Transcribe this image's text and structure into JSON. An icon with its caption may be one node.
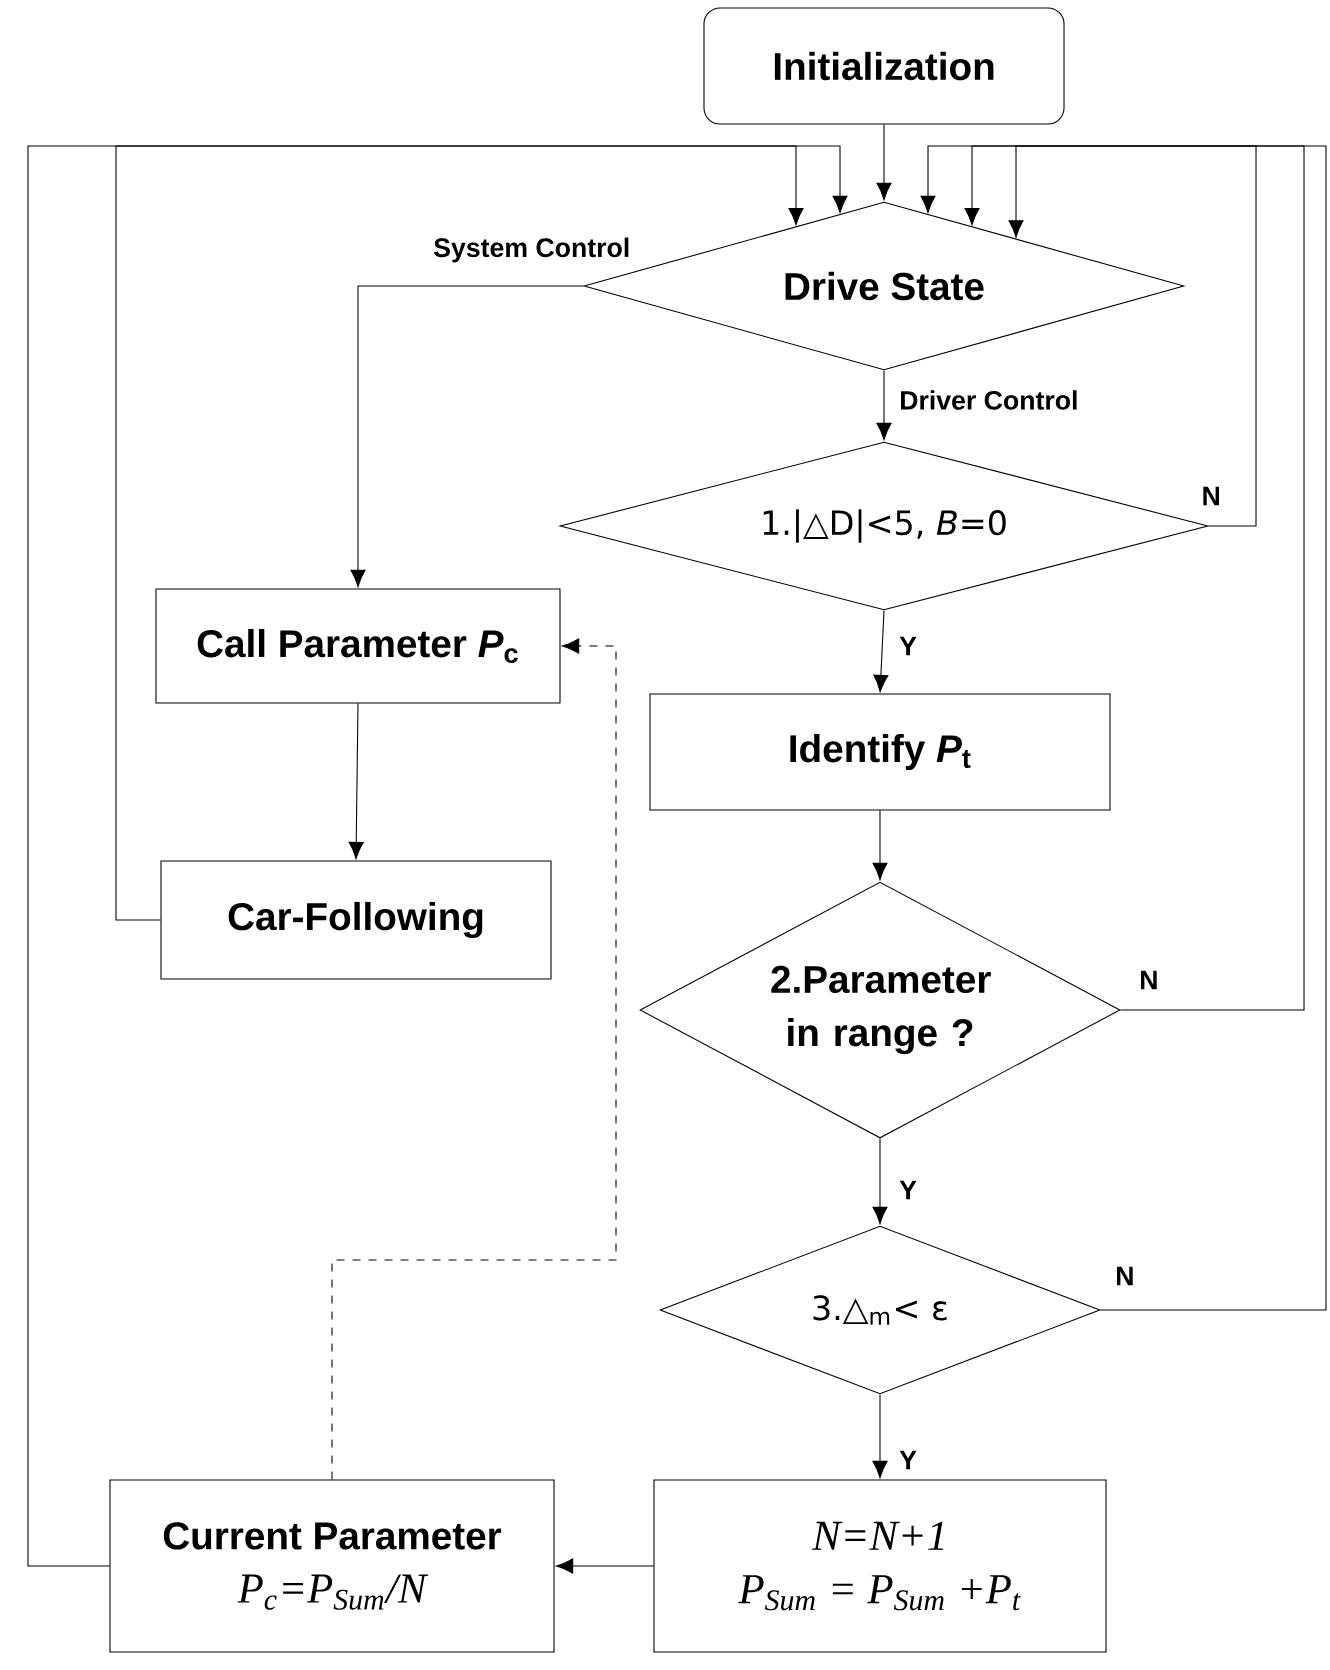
{
  "diagram": {
    "nodes": [
      {
        "text": [
          "Initialization"
        ]
      },
      {
        "text": [
          "Drive State"
        ]
      },
      {
        "text": [
          "1.|△D|<5, *B*=0"
        ]
      },
      {
        "text": [
          "Call Parameter *P*$_{c}$"
        ]
      },
      {
        "text": [
          "Identify *P*$_{t}$"
        ]
      },
      {
        "text": [
          "Car-Following"
        ]
      },
      {
        "text": [
          "2.Parameter in range ?"
        ]
      },
      {
        "text": [
          "3.△$_{m}$< ε"
        ]
      },
      {
        "text": [
          "N=N+1",
          "P$_{Sum}$ = P$_{Sum}$ +P$_{t}$"
        ]
      },
      {
        "text": [
          "Current Parameter",
          "P$_{c}$=P$_{Sum}$/N"
        ]
      }
    ],
    "edges": [
      {
        "from": 0,
        "to": 1,
        "arrow": "to"
      },
      {
        "from": 1,
        "to": 3,
        "arrow": "to",
        "label": "System Control"
      },
      {
        "from": 1,
        "to": 2,
        "arrow": "to",
        "label": "Driver Control"
      },
      {
        "from": 2,
        "to": 4,
        "arrow": "to",
        "label": "Y"
      },
      {
        "from": 2,
        "to": 1,
        "arrow": "to",
        "label": "N"
      },
      {
        "from": 3,
        "to": 5,
        "arrow": "to"
      },
      {
        "from": 5,
        "to": 1,
        "arrow": "to"
      },
      {
        "from": 4,
        "to": 6,
        "arrow": "to"
      },
      {
        "from": 6,
        "to": 1,
        "arrow": "to",
        "label": "N"
      },
      {
        "from": 6,
        "to": 7,
        "arrow": "to",
        "label": "Y"
      },
      {
        "from": 7,
        "to": 1,
        "arrow": "to",
        "label": "N"
      },
      {
        "from": 7,
        "to": 8,
        "arrow": "to",
        "label": "Y"
      },
      {
        "from": 8,
        "to": 9,
        "arrow": "to"
      },
      {
        "from": 9,
        "to": 3,
        "arrow": "to",
        "style": "dashed"
      },
      {
        "from": 9,
        "to": 1,
        "arrow": "to"
      }
    ]
  }
}
